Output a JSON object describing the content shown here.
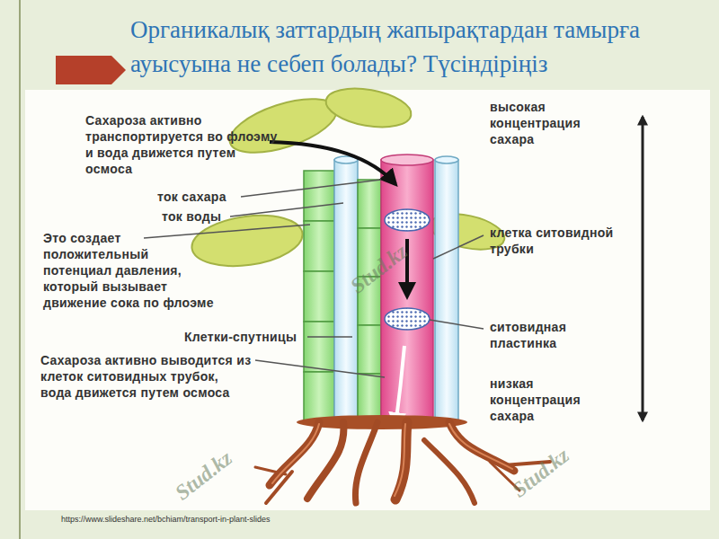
{
  "diagram": {
    "title": "Органикалық заттардың жапырақтардан тамырға ауысуына не себеп болады? Түсіндіріңіз",
    "labels": [
      "Сахароза активно транспортируется во флоэму и вода движется путем осмоса",
      "ток сахара",
      "ток воды",
      "Это создает положительный потенциал давления, который вызывает движение сока по флоэме",
      "Клетки-спутницы",
      "Сахароза активно выводится из клеток ситовидных трубок, вода движется путем осмоса",
      "высокая концентрация сахара",
      "клетка ситовидной трубки",
      "ситовидная пластинка",
      "низкая концентрация сахара",
      "https://www.slideshare.net/bchiam/transport-in-plant-slides",
      "Stud.kz",
      "Stud.kz",
      "Stud.kz"
    ]
  }
}
